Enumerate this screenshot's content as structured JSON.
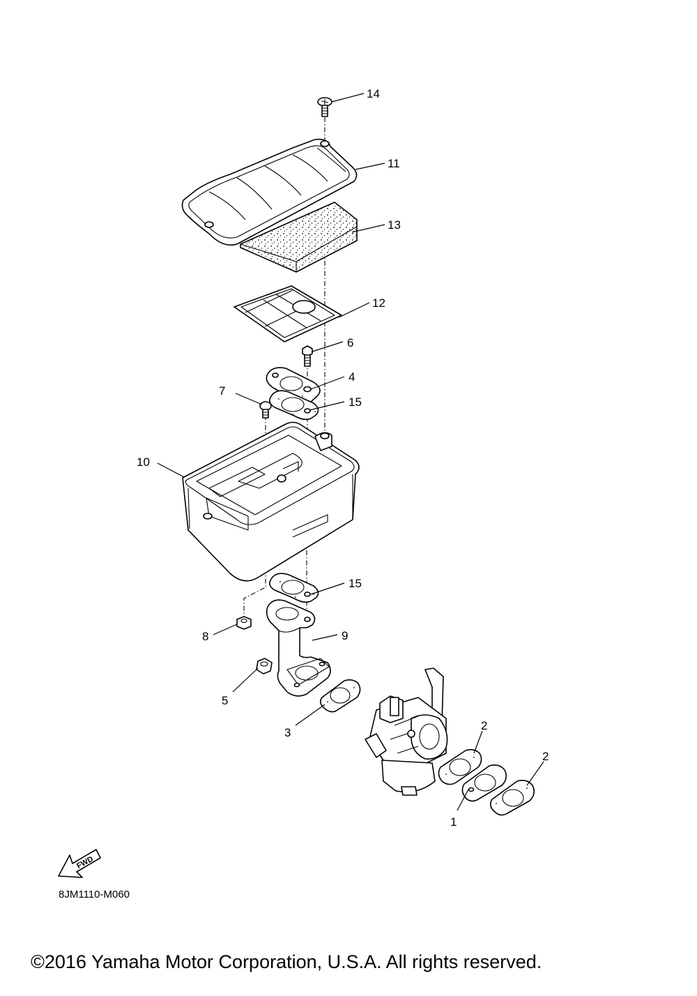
{
  "callouts": [
    {
      "id": "14",
      "label": "14"
    },
    {
      "id": "11",
      "label": "11"
    },
    {
      "id": "13",
      "label": "13"
    },
    {
      "id": "12",
      "label": "12"
    },
    {
      "id": "6",
      "label": "6"
    },
    {
      "id": "4",
      "label": "4"
    },
    {
      "id": "7",
      "label": "7"
    },
    {
      "id": "15a",
      "label": "15"
    },
    {
      "id": "10",
      "label": "10"
    },
    {
      "id": "15b",
      "label": "15"
    },
    {
      "id": "9",
      "label": "9"
    },
    {
      "id": "8",
      "label": "8"
    },
    {
      "id": "5",
      "label": "5"
    },
    {
      "id": "3",
      "label": "3"
    },
    {
      "id": "2a",
      "label": "2"
    },
    {
      "id": "2b",
      "label": "2"
    },
    {
      "id": "1",
      "label": "1"
    }
  ],
  "fwd_arrow": {
    "label": "FWD"
  },
  "diagram_code": "8JM1110-M060",
  "copyright": "©2016 Yamaha Motor Corporation, U.S.A. All rights reserved."
}
